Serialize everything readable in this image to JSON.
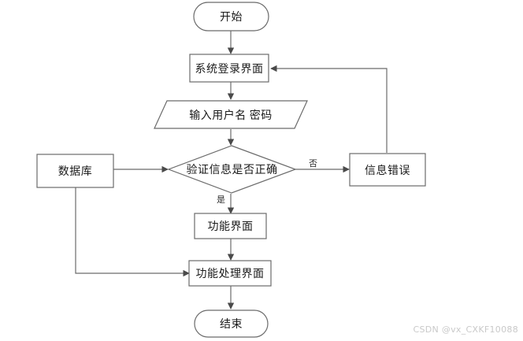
{
  "diagram": {
    "type": "flowchart",
    "title_visible": false,
    "background_color": "#ffffff",
    "stroke_color": "#6b6b6b",
    "text_color": "#1a1a1a",
    "nodes": [
      {
        "id": "start",
        "shape": "terminator",
        "label": "开始"
      },
      {
        "id": "login",
        "shape": "process",
        "label": "系统登录界面"
      },
      {
        "id": "input",
        "shape": "parallelogram",
        "label": "输入用户名 密码"
      },
      {
        "id": "verify",
        "shape": "decision",
        "label": "验证信息是否正确"
      },
      {
        "id": "database",
        "shape": "process",
        "label": "数据库"
      },
      {
        "id": "error",
        "shape": "process",
        "label": "信息错误"
      },
      {
        "id": "function",
        "shape": "process",
        "label": "功能界面"
      },
      {
        "id": "functionproc",
        "shape": "process",
        "label": "功能处理界面"
      },
      {
        "id": "end",
        "shape": "terminator",
        "label": "结束"
      }
    ],
    "edge_labels": {
      "no": "否",
      "yes": "是"
    },
    "edges": [
      {
        "from": "start",
        "to": "login",
        "label": ""
      },
      {
        "from": "login",
        "to": "input",
        "label": ""
      },
      {
        "from": "input",
        "to": "verify",
        "label": ""
      },
      {
        "from": "database",
        "to": "verify",
        "label": ""
      },
      {
        "from": "verify",
        "to": "error",
        "label": "否"
      },
      {
        "from": "verify",
        "to": "function",
        "label": "是"
      },
      {
        "from": "error",
        "to": "login",
        "label": ""
      },
      {
        "from": "function",
        "to": "functionproc",
        "label": ""
      },
      {
        "from": "database",
        "to": "functionproc",
        "label": ""
      },
      {
        "from": "functionproc",
        "to": "end",
        "label": ""
      }
    ]
  },
  "watermark": {
    "text": "CSDN @vx_CXKF10088"
  }
}
